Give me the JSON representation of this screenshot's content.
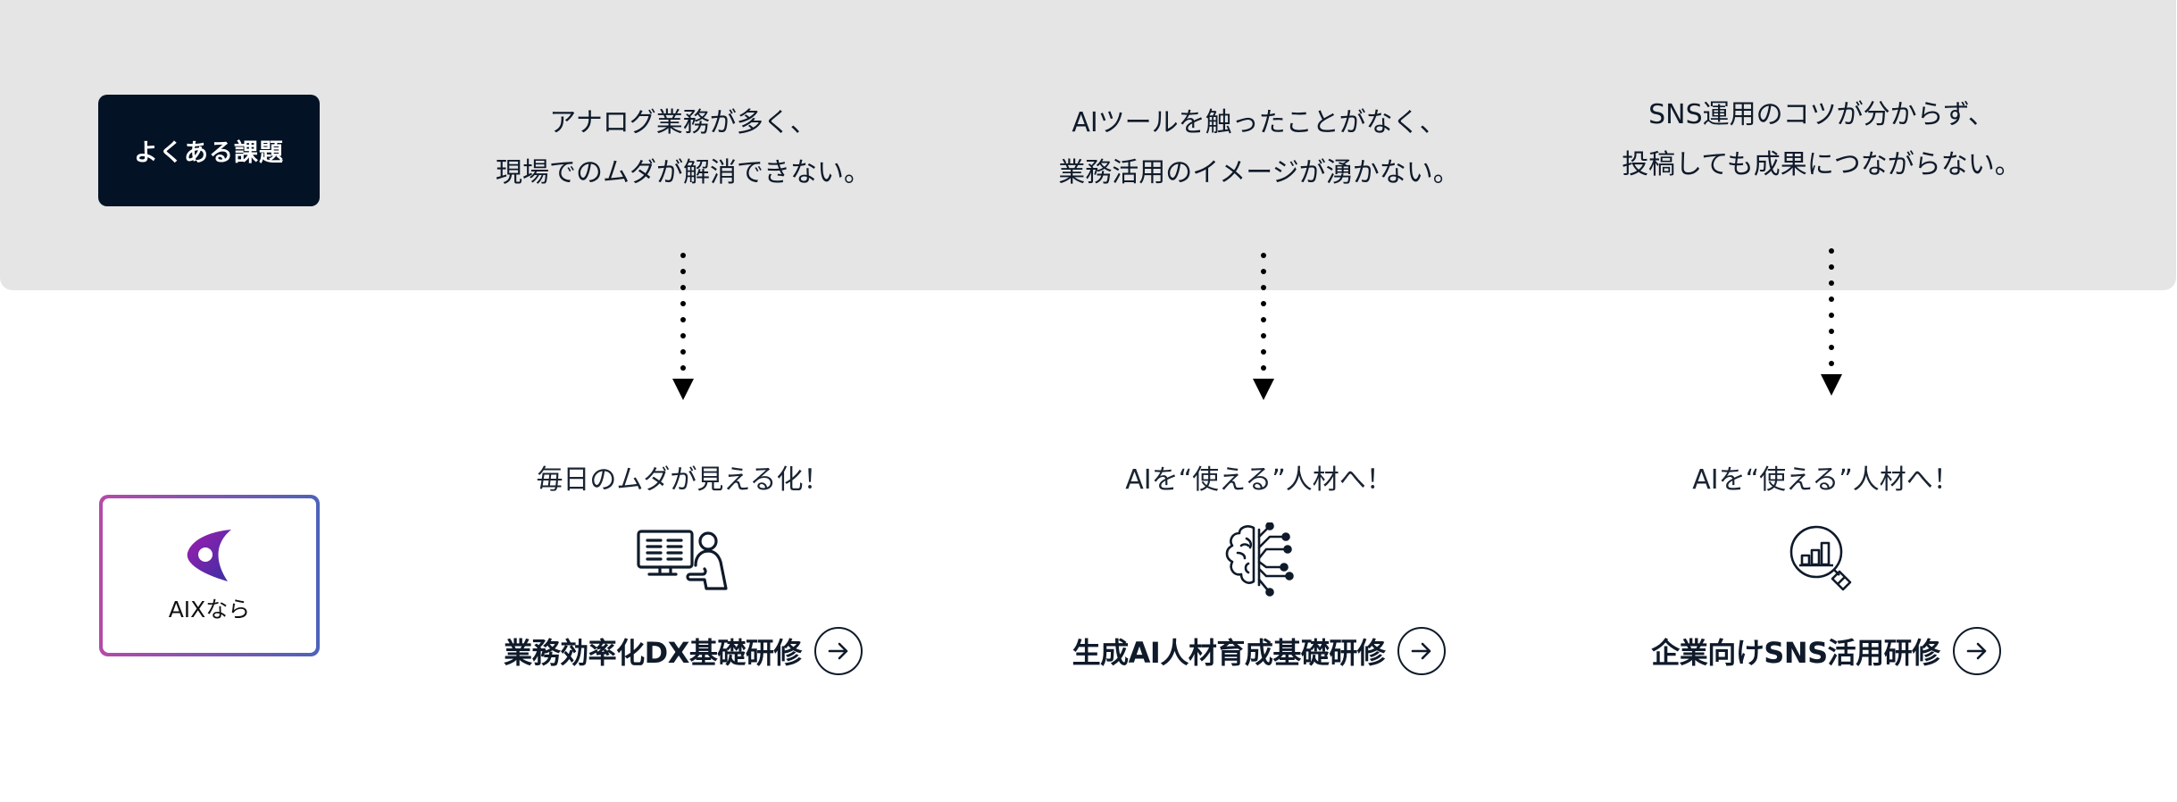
{
  "issues_section": {
    "label": "よくある課題",
    "problems": [
      {
        "line1": "アナログ業務が多く、",
        "line2": "現場でのムダが解消できない。"
      },
      {
        "line1": "AIツールを触ったことがなく、",
        "line2": "業務活用のイメージが湧かない。"
      },
      {
        "line1": "SNS運用のコツが分からず、",
        "line2": "投稿しても成果につながらない。"
      }
    ]
  },
  "solution_section": {
    "brand_label": "AIXなら",
    "brand_gradient": [
      "#b54aa8",
      "#4c63ba"
    ],
    "courses": [
      {
        "tagline": "毎日のムダが見える化！",
        "icon": "computer-worker-icon",
        "title": "業務効率化DX基礎研修",
        "link_icon": "arrow-right-icon"
      },
      {
        "tagline": "AIを“使える”人材へ！",
        "icon": "ai-brain-circuit-icon",
        "title": "生成AI人材育成基礎研修",
        "link_icon": "arrow-right-icon"
      },
      {
        "tagline": "AIを“使える”人材へ！",
        "icon": "magnifier-chart-icon",
        "title": "企業向けSNS活用研修",
        "link_icon": "arrow-right-icon"
      }
    ]
  },
  "colors": {
    "panel_bg": "#e5e5e5",
    "label_bg": "#031225",
    "text": "#0f1a2a"
  }
}
